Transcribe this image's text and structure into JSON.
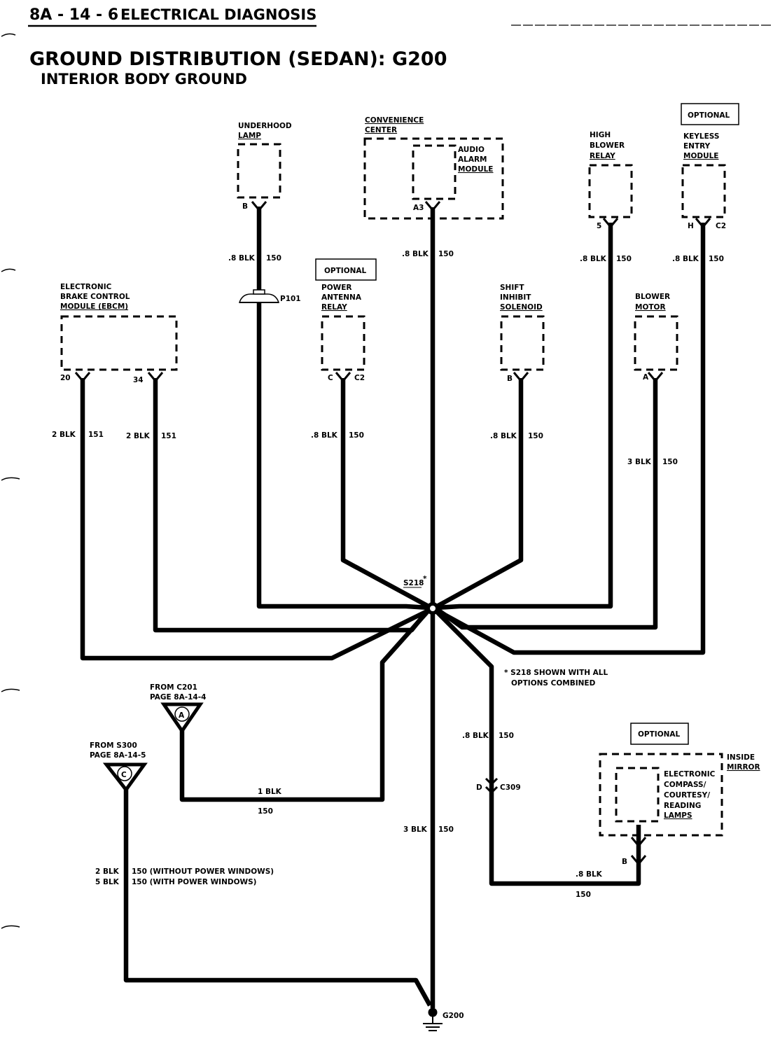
{
  "header": {
    "page_number": "8A - 14 - 6",
    "section": "ELECTRICAL DIAGNOSIS",
    "title": "GROUND DISTRIBUTION (SEDAN): G200",
    "subtitle": "INTERIOR BODY GROUND"
  },
  "components": {
    "underhood_lamp": {
      "l1": "UNDERHOOD",
      "l2": "LAMP",
      "pin": "B"
    },
    "convenience_center": {
      "l1": "CONVENIENCE",
      "l2": "CENTER",
      "inner_l1": "AUDIO",
      "inner_l2": "ALARM",
      "inner_l3": "MODULE",
      "pin": "A3"
    },
    "high_blower_relay": {
      "l1": "HIGH",
      "l2": "BLOWER",
      "l3": "RELAY",
      "pin": "5"
    },
    "keyless_entry": {
      "optional": "OPTIONAL",
      "l1": "KEYLESS",
      "l2": "ENTRY",
      "l3": "MODULE",
      "pin_h": "H",
      "pin_c2": "C2"
    },
    "ebcm": {
      "l1": "ELECTRONIC",
      "l2": "BRAKE CONTROL",
      "l3": "MODULE (EBCM)",
      "pin1": "20",
      "pin2": "34"
    },
    "power_antenna": {
      "optional": "OPTIONAL",
      "l1": "POWER",
      "l2": "ANTENNA",
      "l3": "RELAY",
      "pin_c": "C",
      "pin_c2": "C2"
    },
    "shift_inhibit": {
      "l1": "SHIFT",
      "l2": "INHIBIT",
      "l3": "SOLENOID",
      "pin": "B"
    },
    "blower_motor": {
      "l1": "BLOWER",
      "l2": "MOTOR",
      "pin": "A"
    },
    "inside_mirror": {
      "optional": "OPTIONAL",
      "l1": "INSIDE",
      "l2": "MIRROR",
      "inner_l1": "ELECTRONIC",
      "inner_l2": "COMPASS/",
      "inner_l3": "COURTESY/",
      "inner_l4": "READING",
      "inner_l5": "LAMPS",
      "pin": "B"
    }
  },
  "wires": {
    "underhood": {
      "size": ".8 BLK",
      "circuit": "150"
    },
    "convenience": {
      "size": ".8 BLK",
      "circuit": "150"
    },
    "high_blower": {
      "size": ".8 BLK",
      "circuit": "150"
    },
    "keyless": {
      "size": ".8 BLK",
      "circuit": "150"
    },
    "ebcm_20": {
      "size": "2 BLK",
      "circuit": "151"
    },
    "ebcm_34": {
      "size": "2 BLK",
      "circuit": "151"
    },
    "antenna": {
      "size": ".8 BLK",
      "circuit": "150"
    },
    "shift": {
      "size": ".8 BLK",
      "circuit": "150"
    },
    "blower_motor": {
      "size": "3 BLK",
      "circuit": "150"
    },
    "c309_up": {
      "size": ".8 BLK",
      "circuit": "150"
    },
    "mirror": {
      "size": ".8 BLK",
      "circuit": "150"
    },
    "from_c201": {
      "size": "1 BLK",
      "circuit": "150"
    },
    "to_g200": {
      "size": "3 BLK",
      "circuit": "150"
    },
    "from_s300": {
      "size1": "2 BLK",
      "circuit1": "150 (WITHOUT POWER WINDOWS)",
      "size2": "5 BLK",
      "circuit2": "150 (WITH POWER WINDOWS)"
    }
  },
  "connectors": {
    "p101": "P101",
    "c309": "C309",
    "c309_pin": "D"
  },
  "splice": {
    "label": "S218",
    "star": "*"
  },
  "footnote": {
    "l1": "*  S218 SHOWN WITH ALL",
    "l2": "OPTIONS COMBINED"
  },
  "references": {
    "from_c201": {
      "l1": "FROM C201",
      "l2": "PAGE 8A-14-4",
      "letter": "A"
    },
    "from_s300": {
      "l1": "FROM S300",
      "l2": "PAGE 8A-14-5",
      "letter": "C"
    }
  },
  "ground": {
    "label": "G200"
  }
}
